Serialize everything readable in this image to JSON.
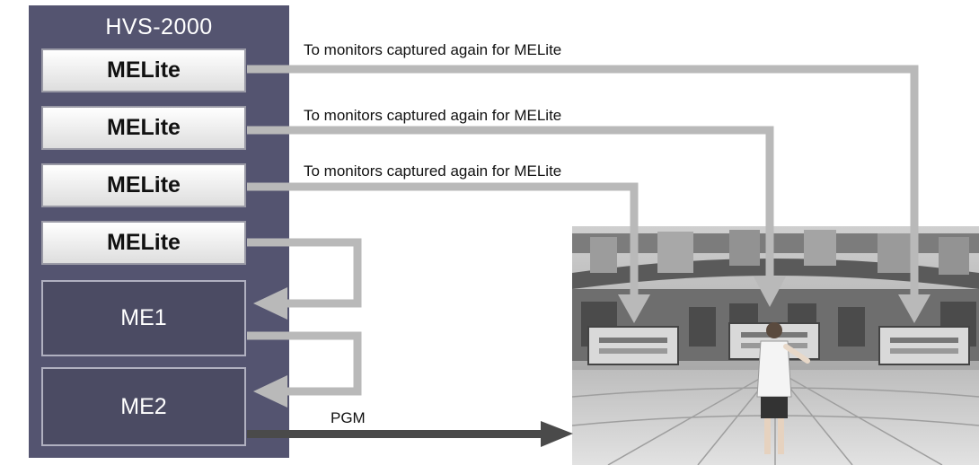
{
  "panel": {
    "title": "HVS-2000",
    "melite_buttons": [
      "MELite",
      "MELite",
      "MELite",
      "MELite"
    ],
    "me_blocks": [
      "ME1",
      "ME2"
    ]
  },
  "labels": {
    "monitor_line_1": "To monitors captured again for MELite",
    "monitor_line_2": "To monitors captured again for MELite",
    "monitor_line_3": "To monitors captured again for MELite",
    "pgm": "PGM"
  },
  "colors": {
    "panel": "#545470",
    "arrow": "#b9b9b9",
    "pgm_arrow": "#4a4a4a"
  }
}
